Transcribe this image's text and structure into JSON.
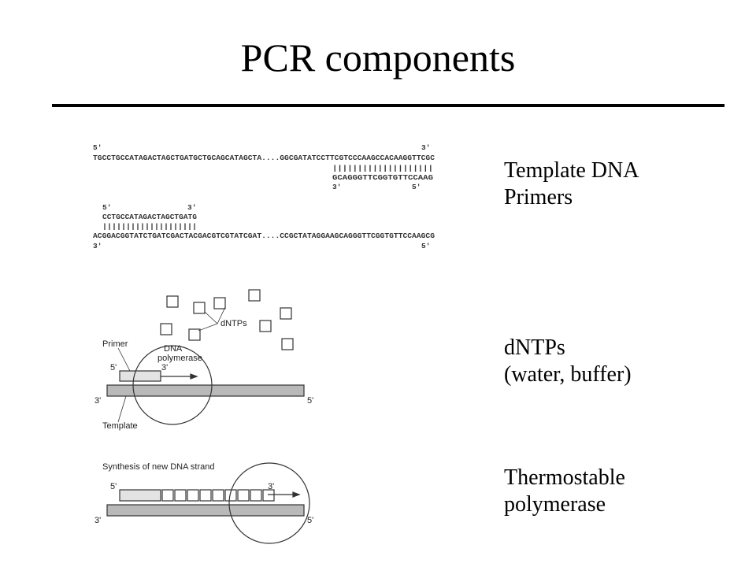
{
  "title": "PCR components",
  "right_labels": {
    "group1": [
      "Template DNA",
      "Primers"
    ],
    "group2": [
      "dNTPs",
      "(water, buffer)"
    ],
    "group3": [
      "Thermostable",
      "polymerase"
    ]
  },
  "sequences": {
    "top_5prime": "5'",
    "top_3prime": "3'",
    "top_strand": "TGCCTGCCATAGACTAGCTGATGCTGCAGCATAGCTA....GGCGATATCCTTCGTCCCAAGCCACAAGGTTCGC",
    "top_bars": "||||||||||||||||||||",
    "top_primer": "GCAGGGTTCGGTGTTCCAAG",
    "top_primer_3prime": "3'",
    "top_primer_5prime": "5'",
    "bottom_primer_5prime": "5'",
    "bottom_primer_3prime": "3'",
    "bottom_primer": "CCTGCCATAGACTAGCTGATG",
    "bottom_bars": "||||||||||||||||||||",
    "bottom_strand": "ACGGACGGTATCTGATCGACTACGACGTCGTATCGAT....CCGCTATAGGAAGCAGGGTTCGGTGTTCCAAGCG",
    "bottom_3prime": "3'",
    "bottom_5prime": "5'"
  },
  "diagram2": {
    "dntps": "dNTPs",
    "primer": "Primer",
    "dna": "DNA",
    "polymerase": "polymerase",
    "five_prime": "5'",
    "three_prime": "3'",
    "template_3prime": "3'",
    "template_5prime": "5'",
    "template": "Template"
  },
  "diagram3": {
    "synthesis": "Synthesis of new DNA strand",
    "five_prime": "5'",
    "three_prime": "3'",
    "template_3prime": "3'",
    "template_5prime": "5'"
  }
}
